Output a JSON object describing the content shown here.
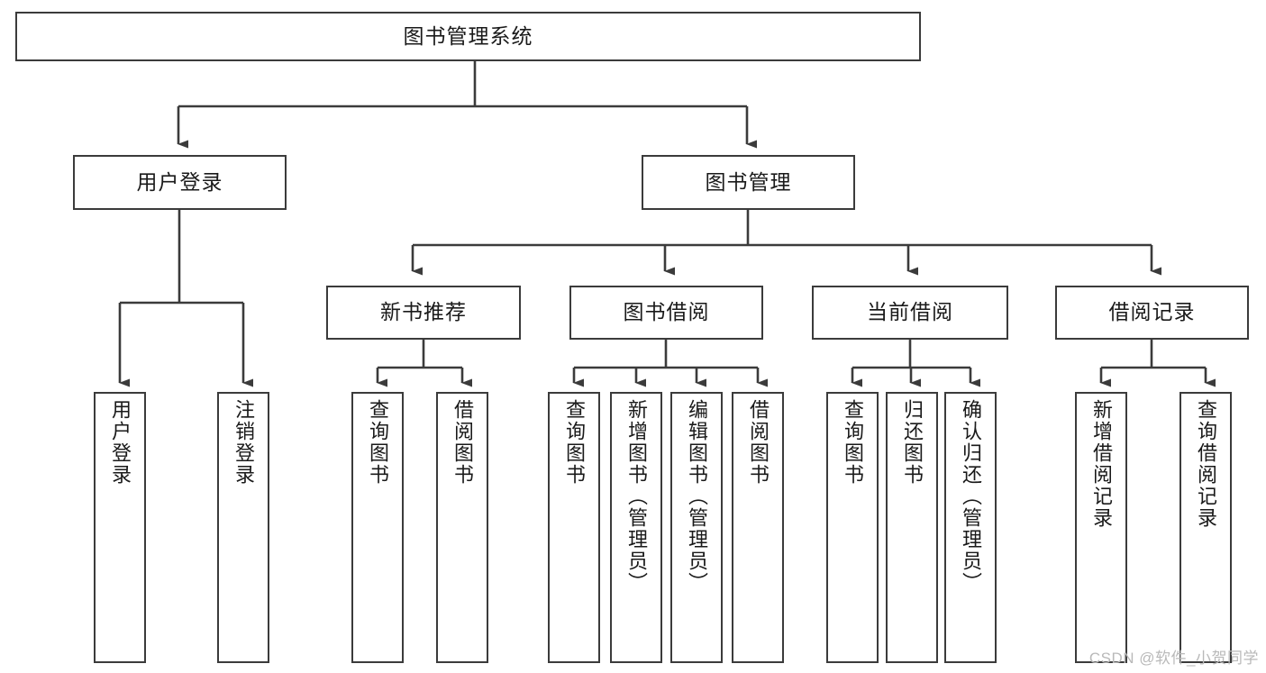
{
  "diagram": {
    "title": "图书管理系统",
    "type": "tree-hierarchy",
    "watermark": "CSDN @软件_小贺同学",
    "colors": {
      "box_border": "#3b3b3b",
      "box_fill": "#ffffff",
      "edge": "#3b3b3b",
      "text": "#1a1a1a",
      "watermark": "#b9b9b9",
      "background": "#ffffff"
    },
    "nodes": {
      "root": {
        "label": "图书管理系统"
      },
      "level2": [
        {
          "id": "user-login",
          "label": "用户登录"
        },
        {
          "id": "book-management",
          "label": "图书管理"
        }
      ],
      "level3": [
        {
          "id": "new-book-recommend",
          "label": "新书推荐"
        },
        {
          "id": "book-borrow",
          "label": "图书借阅"
        },
        {
          "id": "current-borrow",
          "label": "当前借阅"
        },
        {
          "id": "borrow-record",
          "label": "借阅记录"
        }
      ],
      "leaves": {
        "user-login": [
          {
            "id": "leaf-user-login",
            "label": "用户登录"
          },
          {
            "id": "leaf-logout-login",
            "label": "注销登录"
          }
        ],
        "new-book-recommend": [
          {
            "id": "leaf-query-book-1",
            "label": "查询图书"
          },
          {
            "id": "leaf-borrow-book-1",
            "label": "借阅图书"
          }
        ],
        "book-borrow": [
          {
            "id": "leaf-query-book-2",
            "label": "查询图书"
          },
          {
            "id": "leaf-add-book",
            "label": "新增图书（管理员）"
          },
          {
            "id": "leaf-edit-book",
            "label": "编辑图书（管理员）"
          },
          {
            "id": "leaf-borrow-book-2",
            "label": "借阅图书"
          }
        ],
        "current-borrow": [
          {
            "id": "leaf-query-book-3",
            "label": "查询图书"
          },
          {
            "id": "leaf-return-book",
            "label": "归还图书"
          },
          {
            "id": "leaf-confirm-return",
            "label": "确认归还（管理员）"
          }
        ],
        "borrow-record": [
          {
            "id": "leaf-add-record",
            "label": "新增借阅记录"
          },
          {
            "id": "leaf-query-record",
            "label": "查询借阅记录"
          }
        ]
      }
    }
  }
}
